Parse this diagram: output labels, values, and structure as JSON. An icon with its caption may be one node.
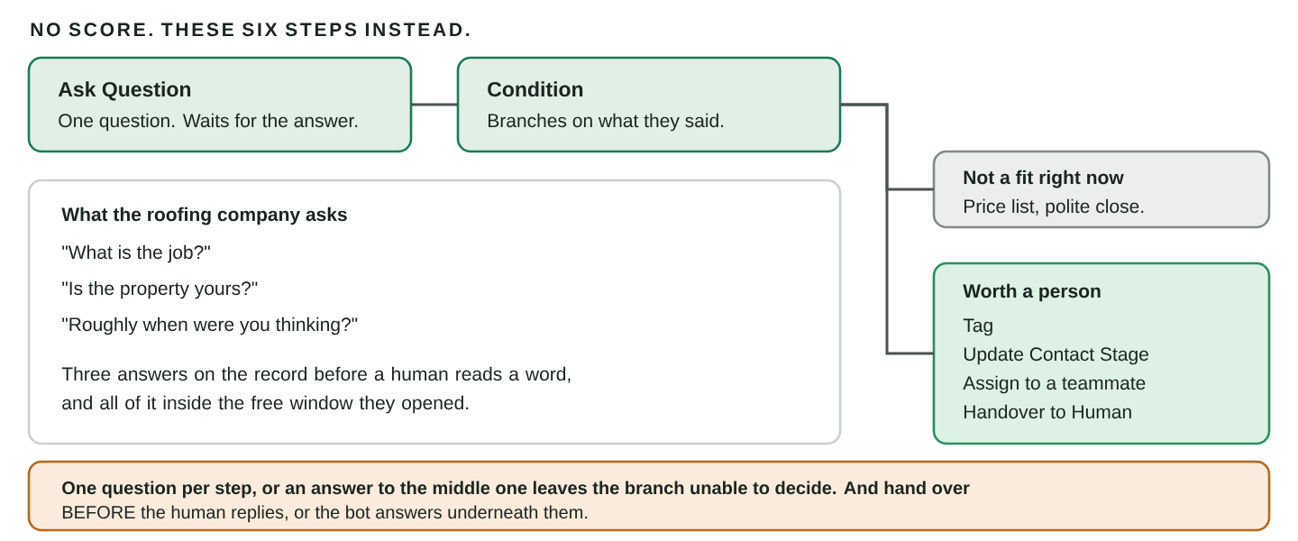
{
  "diagram": {
    "title": "NO SCORE. THESE SIX STEPS INSTEAD.",
    "nodes": [
      {
        "text": [
          "Ask Question",
          "One question. Waits for the answer."
        ]
      },
      {
        "text": [
          "Condition",
          "Branches on what they said."
        ]
      },
      {
        "text": [
          "What the roofing company asks",
          "\"What is the job?\"",
          "\"Is the property yours?\"",
          "\"Roughly when were you thinking?\"",
          "Three answers on the record before a human reads a word, and all of it inside the free window they opened."
        ]
      },
      {
        "text": [
          "Not a fit right now",
          "Price list, polite close."
        ]
      },
      {
        "text": [
          "Worth a person",
          "Tag",
          "Update Contact Stage",
          "Assign to a teammate",
          "Handover to Human"
        ]
      },
      {
        "text": [
          "One question per step, or an answer to the middle one leaves the branch unable to decide. And hand over",
          "BEFORE the human replies, or the bot answers underneath them."
        ]
      }
    ],
    "edges": [
      {
        "from": 0,
        "to": 1,
        "arrow": "none"
      },
      {
        "from": 1,
        "to": 3,
        "arrow": "none"
      },
      {
        "from": 1,
        "to": 4,
        "arrow": "none"
      }
    ]
  }
}
